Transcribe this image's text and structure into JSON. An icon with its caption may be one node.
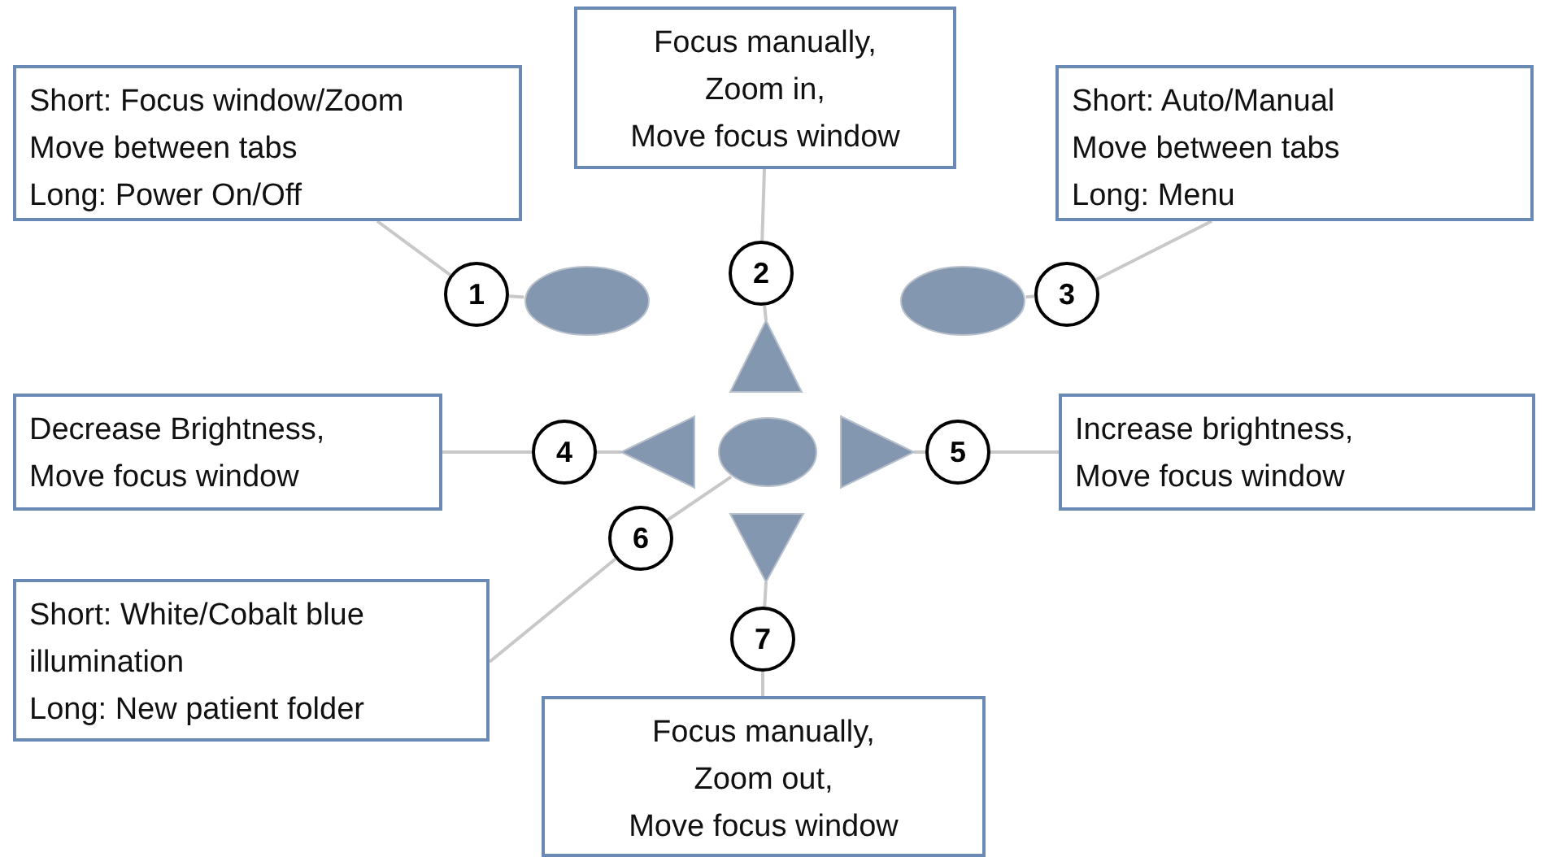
{
  "diagram": {
    "nodes": [
      {
        "text": [
          "Short: Focus window/Zoom",
          "Move between tabs",
          "Long: Power On/Off"
        ]
      },
      {
        "text": [
          "Focus manually,",
          "Zoom in,",
          "Move focus window"
        ]
      },
      {
        "text": [
          "Short: Auto/Manual",
          "Move between tabs",
          "Long: Menu"
        ]
      },
      {
        "text": [
          "1"
        ]
      },
      {
        "text": [],
        "shape": "ellipse"
      },
      {
        "text": [
          "2"
        ]
      },
      {
        "text": [],
        "shape": "ellipse"
      },
      {
        "text": [
          "3"
        ]
      },
      {
        "text": [],
        "shape": "triangle"
      },
      {
        "text": [
          "Decrease Brightness,",
          "Move focus window"
        ]
      },
      {
        "text": [
          "4"
        ]
      },
      {
        "text": [],
        "shape": "triangle"
      },
      {
        "text": [],
        "shape": "ellipse"
      },
      {
        "text": [],
        "shape": "triangle"
      },
      {
        "text": [
          "5"
        ]
      },
      {
        "text": [
          "Increase brightness,",
          "Move focus window"
        ]
      },
      {
        "text": [
          "6"
        ]
      },
      {
        "text": [],
        "shape": "triangle"
      },
      {
        "text": [
          "7"
        ]
      },
      {
        "text": [
          "Short: White/Cobalt blue illumination",
          "Long: New patient folder"
        ]
      },
      {
        "text": [
          "Focus manually,",
          "Zoom out,",
          "Move focus window"
        ]
      }
    ],
    "edges": [
      {
        "from": 0,
        "to": 3,
        "arrow": "none"
      },
      {
        "from": 3,
        "to": 4,
        "arrow": "none"
      },
      {
        "from": 1,
        "to": 5,
        "arrow": "none"
      },
      {
        "from": 5,
        "to": 8,
        "arrow": "none"
      },
      {
        "from": 2,
        "to": 7,
        "arrow": "none"
      },
      {
        "from": 7,
        "to": 6,
        "arrow": "none"
      },
      {
        "from": 9,
        "to": 10,
        "arrow": "none"
      },
      {
        "from": 10,
        "to": 11,
        "arrow": "none"
      },
      {
        "from": 15,
        "to": 14,
        "arrow": "none"
      },
      {
        "from": 14,
        "to": 13,
        "arrow": "none"
      },
      {
        "from": 19,
        "to": 16,
        "arrow": "none"
      },
      {
        "from": 16,
        "to": 12,
        "arrow": "none"
      },
      {
        "from": 20,
        "to": 18,
        "arrow": "none"
      },
      {
        "from": 18,
        "to": 17,
        "arrow": "none"
      }
    ]
  }
}
